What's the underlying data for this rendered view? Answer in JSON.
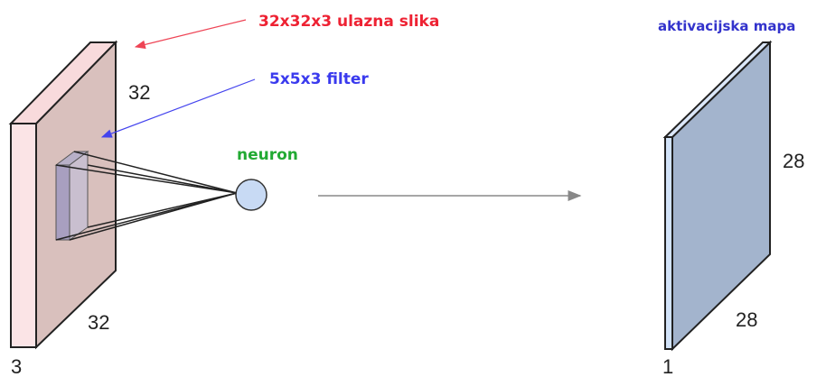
{
  "input_volume": {
    "label": "32x32x3 ulazna slika",
    "height_label": "32",
    "width_label": "32",
    "depth_label": "3"
  },
  "filter": {
    "label": "5x5x3 filter"
  },
  "neuron": {
    "label": "neuron"
  },
  "activation_map": {
    "label": "aktivacijska mapa",
    "height_label": "28",
    "width_label": "28",
    "depth_label": "1"
  },
  "colors": {
    "input_label": "#ee2233",
    "filter_label": "#3a3aee",
    "neuron_label": "#22aa33",
    "map_label": "#3333cc"
  }
}
